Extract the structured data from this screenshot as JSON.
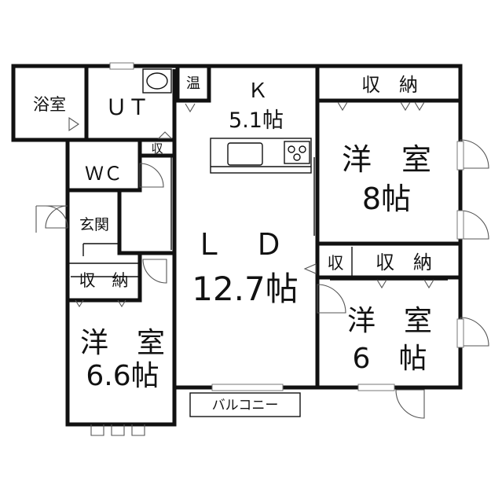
{
  "rooms": {
    "bath": "浴室",
    "ut": "ＵＴ",
    "heater": "温",
    "kitchen_name": "Ｋ",
    "kitchen_size": "5.1帖",
    "storage_top_right": "収　納",
    "western_8_name": "洋　室",
    "western_8_size": "8帖",
    "storage_small_center": "収",
    "wc": "ＷＣ",
    "entrance": "玄関",
    "ld_name": "Ｌ　Ｄ",
    "ld_size": "12.7帖",
    "storage_left": "収　納",
    "storage_mid_small": "収",
    "storage_mid_right": "収　納",
    "western_6_name": "洋　室",
    "western_6_size": "6　帖",
    "western_66_name": "洋　室",
    "western_66_size": "6.6帖",
    "balcony": "バルコニー"
  }
}
